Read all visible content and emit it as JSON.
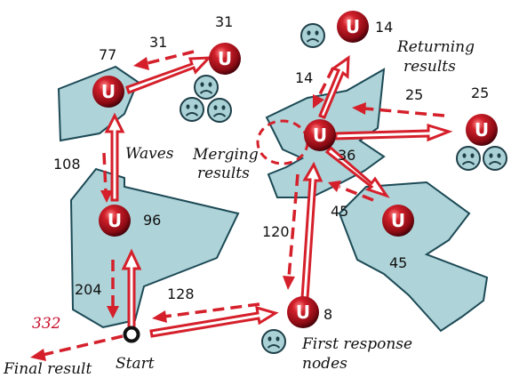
{
  "colors": {
    "region_fill": "#aed3d8",
    "region_stroke": "#1c4a56",
    "arrow": "#d5202b",
    "node_dark": "#3a0008",
    "node_mid": "#b5121b",
    "face_fill": "#a9d1d6",
    "final_result": "#c8102e"
  },
  "node_symbol": "U",
  "icons": {
    "node": "u-node-icon",
    "sad_face": "sad-face-icon",
    "start": "start-ring-icon"
  },
  "diagram": {
    "values": {
      "top_left": "77",
      "top_left_link": "31",
      "top_left_leaf": "31",
      "top_right_leaf": "14",
      "top_right_link": "14",
      "right_leaf": "25",
      "right_link": "25",
      "center": "36",
      "lower_right_link": "45",
      "lower_right": "45",
      "left_vertical": "108",
      "left_mid": "96",
      "left_bottom_link": "204",
      "center_vertical": "120",
      "bottom_link": "128",
      "first_node": "8",
      "final": "332"
    },
    "captions": {
      "waves": "Waves",
      "merging_1": "Merging",
      "merging_2": "results",
      "returning_1": "Returning",
      "returning_2": "results",
      "first_1": "First response",
      "first_2": "nodes",
      "start": "Start",
      "final_result": "Final result"
    }
  }
}
